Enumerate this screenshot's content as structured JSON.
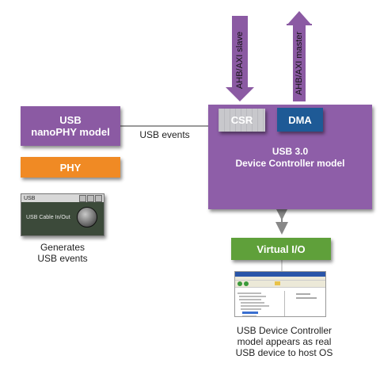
{
  "blocks": {
    "nanophy": {
      "line1": "USB",
      "line2": "nanoPHY model"
    },
    "phy": "PHY",
    "csr": "CSR",
    "dma": "DMA",
    "controller": {
      "line1": "USB 3.0",
      "line2": "Device Controller model"
    },
    "virtual_io": "Virtual I/O"
  },
  "buses": {
    "slave": "AHB/AXI slave",
    "master": "AHB/AXI master"
  },
  "edges": {
    "usb_events": "USB events"
  },
  "widget": {
    "window_title": "USB",
    "cable_label": "USB Cable In/Out"
  },
  "captions": {
    "generates_line1": "Generates",
    "generates_line2": "USB events",
    "host_line1": "USB Device Controller",
    "host_line2": "model appears as real",
    "host_line3": "USB device to host OS"
  },
  "colors": {
    "purple": "#8b5aa3",
    "orange": "#f08a24",
    "blue": "#1e5a96",
    "green": "#5fa03a"
  }
}
